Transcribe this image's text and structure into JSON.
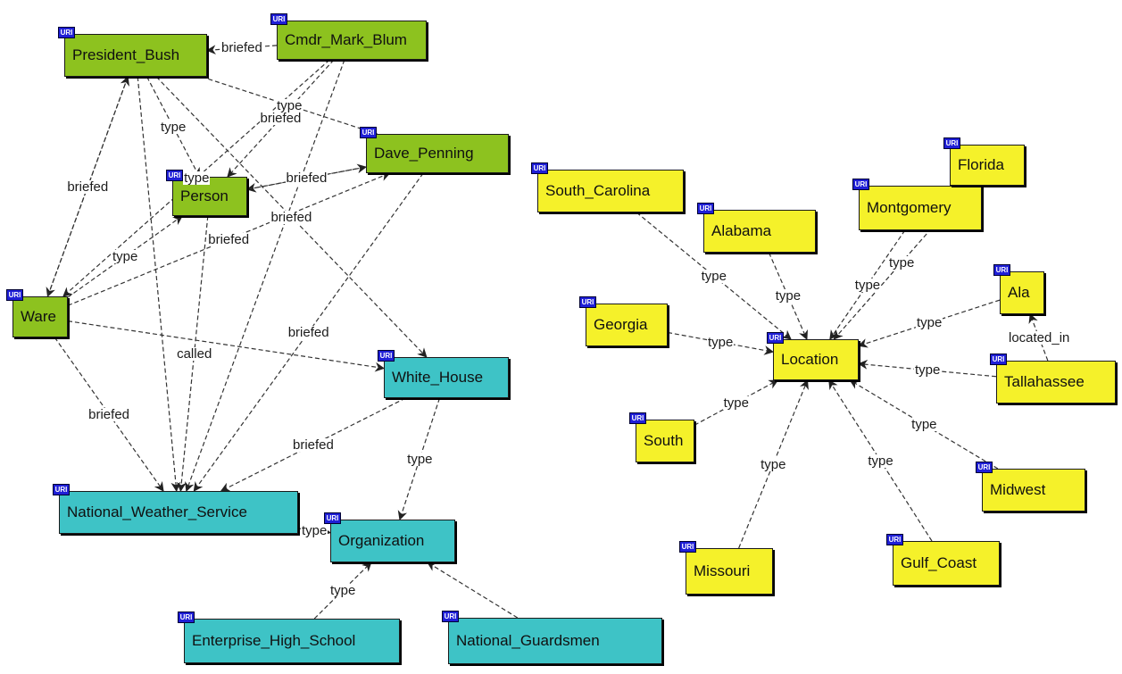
{
  "badge_text": "URI",
  "colors": {
    "person": "#8dc21f",
    "organization": "#3ec3c6",
    "location": "#f5f12a",
    "edge": "#333333"
  },
  "nodes": {
    "president_bush": {
      "label": "President_Bush",
      "kind": "green"
    },
    "cmdr_mark_blum": {
      "label": "Cmdr_Mark_Blum",
      "kind": "green"
    },
    "dave_pinning": {
      "label": "Dave_Penning",
      "kind": "green"
    },
    "ware": {
      "label": "Ware",
      "kind": "green"
    },
    "person": {
      "label": "Person",
      "kind": "green"
    },
    "white_house": {
      "label": "White_House",
      "kind": "cyan"
    },
    "nws": {
      "label": "National_Weather_Service",
      "kind": "cyan"
    },
    "organization": {
      "label": "Organization",
      "kind": "cyan"
    },
    "enterprise_high": {
      "label": "Enterprise_High_School",
      "kind": "cyan"
    },
    "national_guardsmen": {
      "label": "National_Guardsmen",
      "kind": "cyan"
    },
    "south_carolina": {
      "label": "South_Carolina",
      "kind": "yellow"
    },
    "alabama": {
      "label": "Alabama",
      "kind": "yellow"
    },
    "montgomery": {
      "label": "Montgomery",
      "kind": "yellow"
    },
    "florida": {
      "label": "Florida",
      "kind": "yellow"
    },
    "georgia": {
      "label": "Georgia",
      "kind": "yellow"
    },
    "location": {
      "label": "Location",
      "kind": "yellow"
    },
    "ala": {
      "label": "Ala",
      "kind": "yellow"
    },
    "tallahassee": {
      "label": "Tallahassee",
      "kind": "yellow"
    },
    "south": {
      "label": "South",
      "kind": "yellow"
    },
    "midwest": {
      "label": "Midwest",
      "kind": "yellow"
    },
    "missouri": {
      "label": "Missouri",
      "kind": "yellow"
    },
    "gulf_coast": {
      "label": "Gulf_Coast",
      "kind": "yellow"
    }
  },
  "edges": [
    {
      "from": "cmdr_mark_blum",
      "to": "president_bush",
      "label": "briefed"
    },
    {
      "from": "cmdr_mark_blum",
      "to": "person",
      "label": "briefed"
    },
    {
      "from": "cmdr_mark_blum",
      "to": "ware",
      "label": "type"
    },
    {
      "from": "cmdr_mark_blum",
      "to": "nws",
      "label": ""
    },
    {
      "from": "president_bush",
      "to": "dave_pinning",
      "label": "type"
    },
    {
      "from": "president_bush",
      "to": "person",
      "label": "type"
    },
    {
      "from": "president_bush",
      "to": "white_house",
      "label": "briefed"
    },
    {
      "from": "president_bush",
      "to": "ware",
      "label": "briefed"
    },
    {
      "from": "president_bush",
      "to": "nws",
      "label": ""
    },
    {
      "from": "dave_pinning",
      "to": "person",
      "label": ""
    },
    {
      "from": "dave_pinning",
      "to": "nws",
      "label": "briefed"
    },
    {
      "from": "ware",
      "to": "president_bush",
      "label": "briefed"
    },
    {
      "from": "ware",
      "to": "person",
      "label": "type"
    },
    {
      "from": "ware",
      "to": "dave_pinning",
      "label": "briefed"
    },
    {
      "from": "ware",
      "to": "white_house",
      "label": ""
    },
    {
      "from": "ware",
      "to": "nws",
      "label": "briefed"
    },
    {
      "from": "person",
      "to": "dave_pinning",
      "label": "briefed"
    },
    {
      "from": "person",
      "to": "nws",
      "label": "called"
    },
    {
      "from": "white_house",
      "to": "nws",
      "label": "briefed"
    },
    {
      "from": "white_house",
      "to": "organization",
      "label": "type"
    },
    {
      "from": "nws",
      "to": "organization",
      "label": "type"
    },
    {
      "from": "enterprise_high",
      "to": "organization",
      "label": "type"
    },
    {
      "from": "national_guardsmen",
      "to": "organization",
      "label": ""
    },
    {
      "from": "south_carolina",
      "to": "location",
      "label": "type"
    },
    {
      "from": "alabama",
      "to": "location",
      "label": "type"
    },
    {
      "from": "montgomery",
      "to": "location",
      "label": "type"
    },
    {
      "from": "florida",
      "to": "location",
      "label": "type"
    },
    {
      "from": "georgia",
      "to": "location",
      "label": "type"
    },
    {
      "from": "ala",
      "to": "location",
      "label": "type"
    },
    {
      "from": "tallahassee",
      "to": "location",
      "label": "type"
    },
    {
      "from": "tallahassee",
      "to": "ala",
      "label": "located_in"
    },
    {
      "from": "south",
      "to": "location",
      "label": "type"
    },
    {
      "from": "midwest",
      "to": "location",
      "label": "type"
    },
    {
      "from": "missouri",
      "to": "location",
      "label": "type"
    },
    {
      "from": "gulf_coast",
      "to": "location",
      "label": "type"
    }
  ]
}
